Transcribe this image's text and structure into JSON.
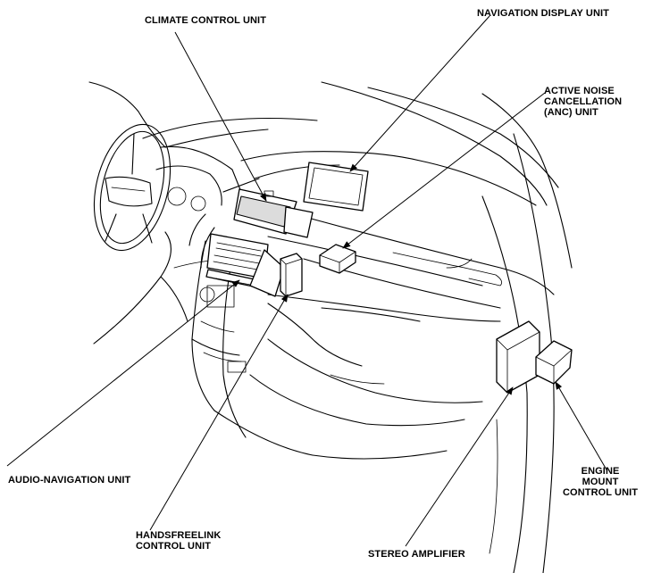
{
  "labels": {
    "climate_control_unit": "CLIMATE CONTROL UNIT",
    "navigation_display_unit": "NAVIGATION DISPLAY UNIT",
    "anc_unit": [
      "ACTIVE NOISE",
      "CANCELLATION",
      "(ANC) UNIT"
    ],
    "audio_navigation_unit": "AUDIO-NAVIGATION UNIT",
    "handsfreelink_control_unit": [
      "HANDSFREELINK",
      "CONTROL UNIT"
    ],
    "stereo_amplifier": "STEREO AMPLIFIER",
    "engine_mount_control_unit": [
      "ENGINE",
      "MOUNT",
      "CONTROL UNIT"
    ]
  }
}
